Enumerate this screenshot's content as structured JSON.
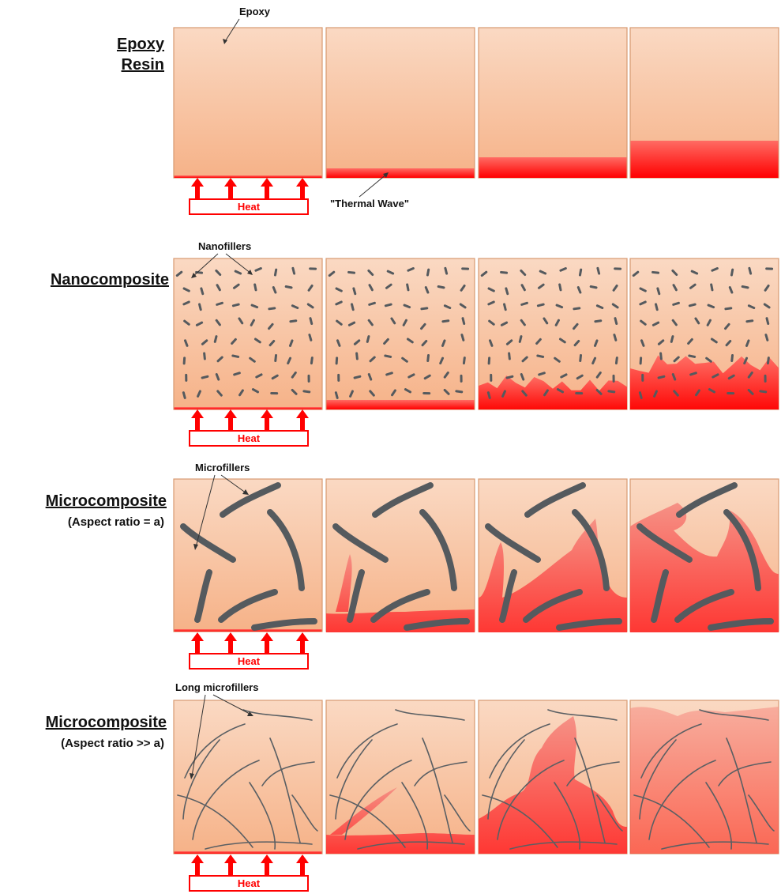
{
  "rows": [
    {
      "label_lines": [
        "Epoxy",
        "Resin"
      ],
      "sub": "",
      "type": "epoxy"
    },
    {
      "label_lines": [
        "Nanocomposite"
      ],
      "sub": "",
      "type": "nano"
    },
    {
      "label_lines": [
        "Microcomposite"
      ],
      "sub": "(Aspect ratio = a)",
      "type": "micro"
    },
    {
      "label_lines": [
        "Microcomposite"
      ],
      "sub": "(Aspect ratio >> a)",
      "type": "long"
    }
  ],
  "annotations": {
    "epoxy": "Epoxy",
    "thermal_wave": "\"Thermal Wave\"",
    "nanofillers": "Nanofillers",
    "microfillers": "Microfillers",
    "long_microfillers": "Long microfillers"
  },
  "heat_label": "Heat",
  "colors": {
    "panel_top": "#fad9c3",
    "panel_bottom": "#f6b288",
    "panel_border": "#d79a71",
    "heat_red": "#ff0000",
    "cured_red": "#ff2a2a",
    "filler_gray": "#555a5e"
  }
}
